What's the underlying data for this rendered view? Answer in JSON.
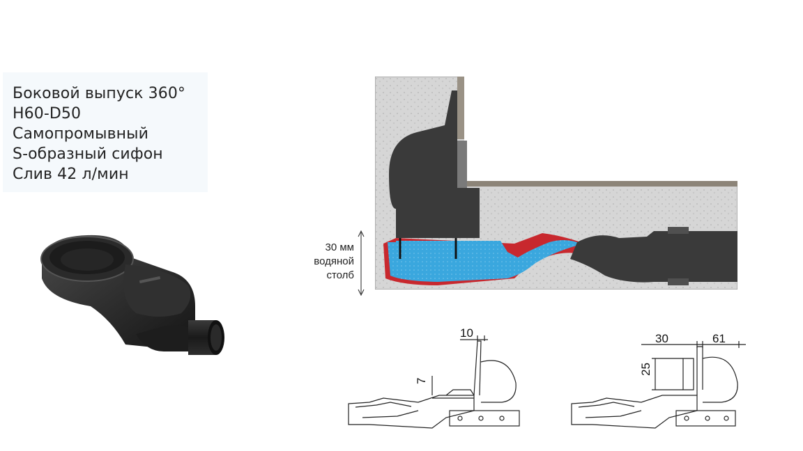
{
  "features": [
    "Боковой выпуск 360°",
    "H60-D50",
    "Самопромывный",
    "S-образный сифон",
    "Слив 42 л/мин"
  ],
  "water_column": {
    "line1": "30 мм",
    "line2": "водяной",
    "line3": "столб"
  },
  "drawing_left": {
    "dim_top": "10",
    "dim_side": "7"
  },
  "drawing_right": {
    "dim_top_left": "30",
    "dim_top_right": "61",
    "dim_side": "25"
  },
  "colors": {
    "concrete": "#d9d9d9",
    "body": "#3a3a3a",
    "water": "#3aa7de",
    "seal": "#c8282e"
  }
}
